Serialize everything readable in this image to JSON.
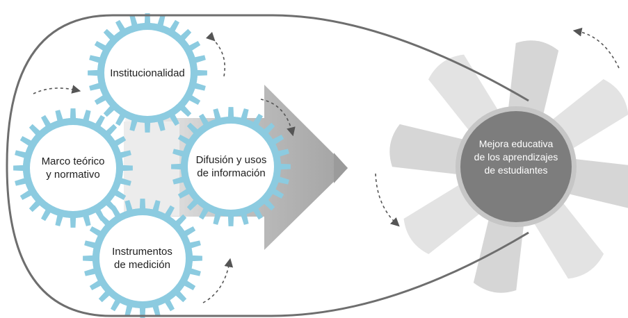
{
  "gears": {
    "institucionalidad": {
      "line1": "Institucionalidad"
    },
    "marco": {
      "line1": "Marco teórico",
      "line2": "y normativo"
    },
    "difusion": {
      "line1": "Difusión y usos",
      "line2": "de información"
    },
    "instrumentos": {
      "line1": "Instrumentos",
      "line2": "de medición"
    }
  },
  "outcome": {
    "line1": "Mejora educativa",
    "line2": "de los aprendizajes",
    "line3": "de estudiantes"
  },
  "colors": {
    "gear": "#8ccbe0",
    "outline": "#6e6e6e",
    "core": "#7d7d7d",
    "core_ring": "#c8c8c8",
    "arrow_dark": "#a9a9a9",
    "arrow_light": "#f2f2f2",
    "blade": "#d9d9d9",
    "dash": "#555555"
  },
  "icons": [
    "gear-icon",
    "dashed-rotation-arrow-icon",
    "fan-blade-icon",
    "right-arrow-icon"
  ]
}
